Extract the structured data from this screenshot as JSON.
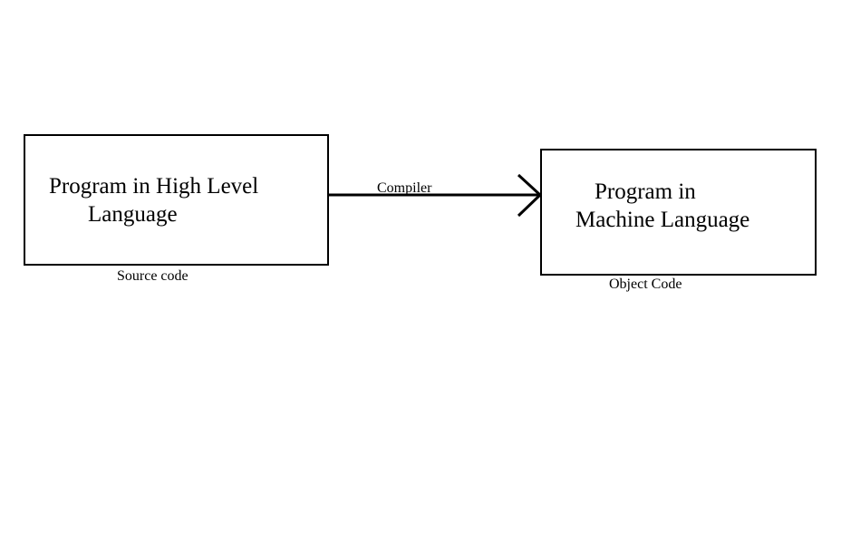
{
  "source": {
    "line1": "Program in High Level",
    "line2": "Language",
    "caption": "Source code"
  },
  "arrow": {
    "label": "Compiler"
  },
  "object": {
    "line1": "Program in",
    "line2": "Machine Language",
    "caption": "Object Code"
  },
  "colors": {
    "stroke": "#000000",
    "background": "#ffffff"
  }
}
